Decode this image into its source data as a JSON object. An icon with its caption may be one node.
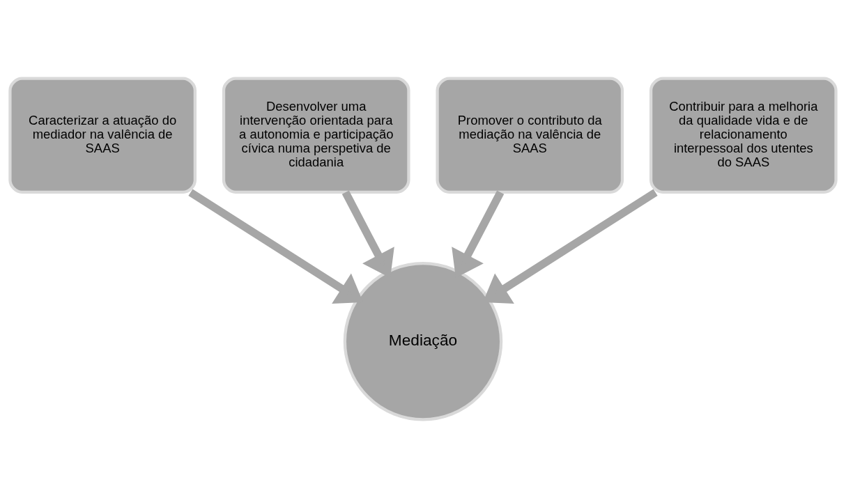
{
  "diagram": {
    "nodes": [
      {
        "text": [
          "Desenvolver uma intervenção orientada para a autonomia e participação cívica numa perspetiva de cidadania"
        ]
      },
      {
        "text": [
          "Promover o contributo da mediação na valência de SAAS"
        ]
      },
      {
        "text": [
          "Caracterizar a atuação do mediador na valência de SAAS"
        ]
      },
      {
        "text": [
          "Contribuir para a melhoria da qualidade vida e de relacionamento interpessoal dos utentes do SAAS"
        ]
      },
      {
        "text": [
          "Mediação"
        ]
      }
    ],
    "edges": [
      {
        "from": 0,
        "to": 4,
        "arrow": "to"
      },
      {
        "from": 1,
        "to": 4,
        "arrow": "to"
      },
      {
        "from": 2,
        "to": 4,
        "arrow": "to"
      },
      {
        "from": 3,
        "to": 4,
        "arrow": "to"
      }
    ]
  }
}
